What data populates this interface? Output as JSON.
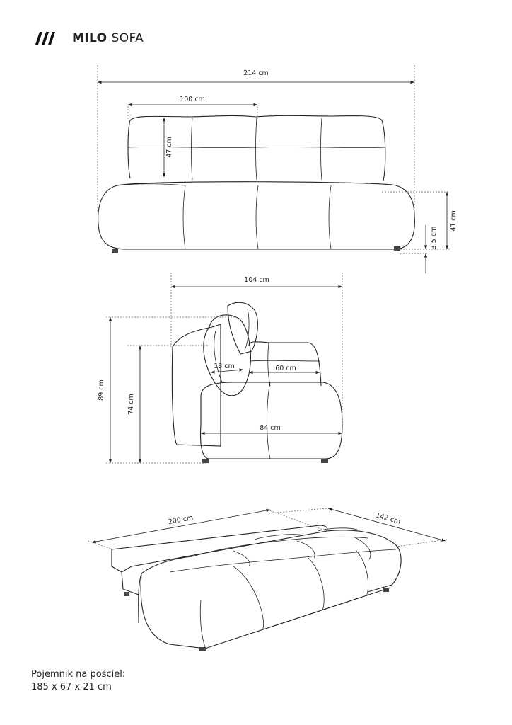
{
  "brand": {
    "name": "MILO",
    "model": "SOFA"
  },
  "icons": {
    "logo": "triple-slash-logo-icon"
  },
  "front_view": {
    "total_width": "214 cm",
    "seat_module_width": "100 cm",
    "backrest_height": "47 cm",
    "seat_height": "41 cm",
    "leg_height": "3,5 cm"
  },
  "side_view": {
    "depth": "104 cm",
    "total_height": "89 cm",
    "height_without_headrest": "74 cm",
    "headrest_depth": "18 cm",
    "seat_depth": "60 cm",
    "base_depth": "84 cm"
  },
  "bed_view": {
    "sleep_length": "200 cm",
    "sleep_width": "142 cm"
  },
  "storage": {
    "label": "Pojemnik na pościel:",
    "size": "185 x 67 x 21 cm"
  }
}
